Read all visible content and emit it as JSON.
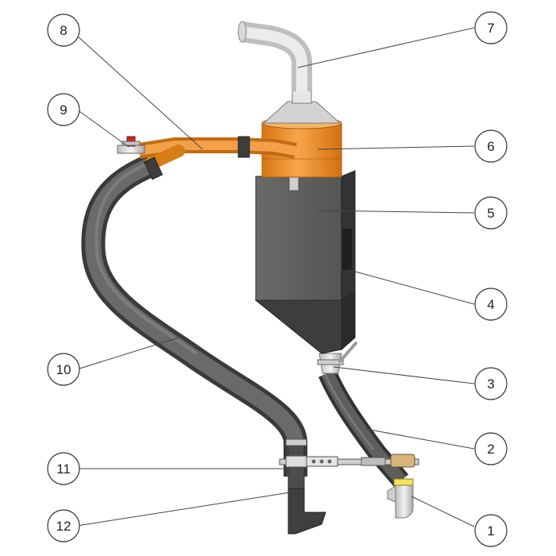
{
  "callouts": [
    {
      "id": "1",
      "label": "1"
    },
    {
      "id": "2",
      "label": "2"
    },
    {
      "id": "3",
      "label": "3"
    },
    {
      "id": "4",
      "label": "4"
    },
    {
      "id": "5",
      "label": "5"
    },
    {
      "id": "6",
      "label": "6"
    },
    {
      "id": "7",
      "label": "7"
    },
    {
      "id": "8",
      "label": "8"
    },
    {
      "id": "9",
      "label": "9"
    },
    {
      "id": "10",
      "label": "10"
    },
    {
      "id": "11",
      "label": "11"
    },
    {
      "id": "12",
      "label": "12"
    }
  ],
  "colors": {
    "orange": "#ee8b22",
    "dark_gray": "#4a4a4a",
    "light_gray": "#d9d9d9",
    "valve_red": "#d41f1f"
  }
}
